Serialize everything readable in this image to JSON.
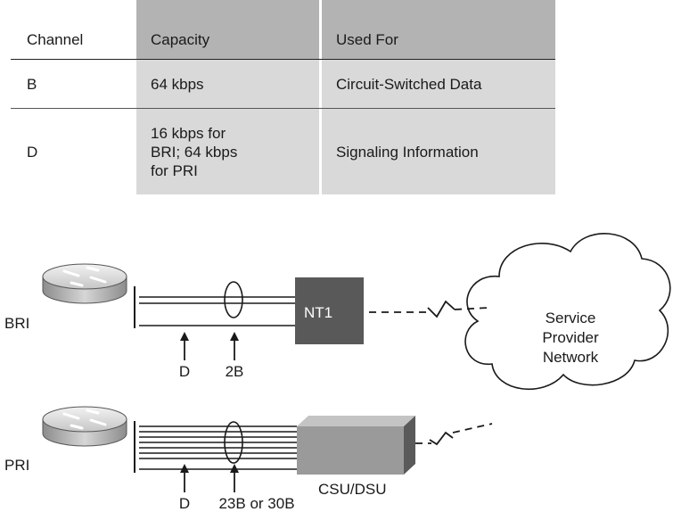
{
  "table": {
    "headers": [
      "Channel",
      "Capacity",
      "Used For"
    ],
    "rows": [
      {
        "channel": "B",
        "capacity": "64 kbps",
        "used_for": "Circuit-Switched Data"
      },
      {
        "channel": "D",
        "capacity_lines": [
          "16 kbps for",
          "BRI; 64 kbps",
          "for PRI"
        ],
        "used_for": "Signaling Information"
      }
    ]
  },
  "diagram": {
    "bri_label": "BRI",
    "pri_label": "PRI",
    "nt1_label": "NT1",
    "csu_dsu_label": "CSU/DSU",
    "cloud_lines": [
      "Service",
      "Provider",
      "Network"
    ],
    "bri_arrow_labels": [
      "D",
      "2B"
    ],
    "pri_arrow_labels": [
      "D",
      "23B or 30B"
    ],
    "colors": {
      "header_fill": "#b3b3b3",
      "cell_fill": "#d9d9d9",
      "nt1_fill": "#595959",
      "csu_fill": "#9a9a9a",
      "router_fill": "#bdbdbd"
    }
  }
}
